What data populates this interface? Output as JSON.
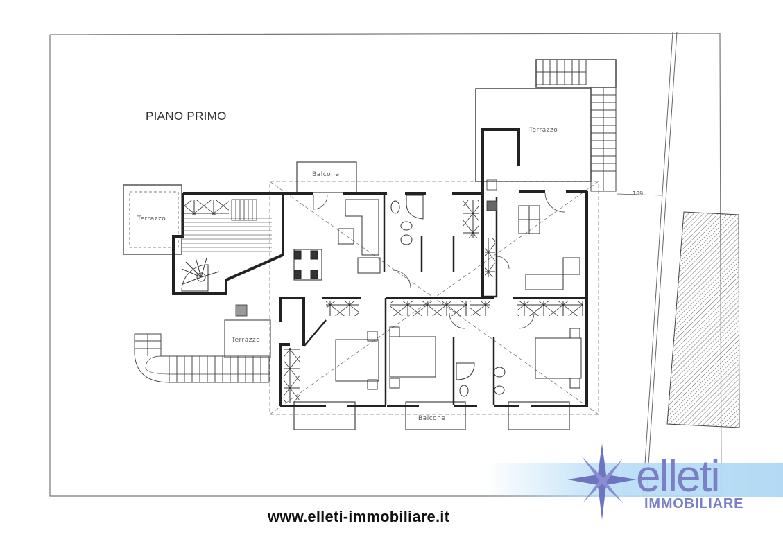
{
  "plan": {
    "title": "PIANO PRIMO",
    "labels": {
      "terrazzo_top_right": "Terrazzo",
      "terrazzo_left": "Terrazzo",
      "terrazzo_bottom_left": "Terrazzo",
      "balcone_top": "Balcone",
      "balcone_bottom": "Balcone"
    },
    "dimension": "189"
  },
  "branding": {
    "logo_word": "elleti",
    "logo_sub": "IMMOBILIARE",
    "website": "www.elleti-immobiliare.it",
    "colors": {
      "logo": "#7b80c6",
      "band": "#b9def6",
      "wall": "#222222",
      "line": "#555555"
    }
  }
}
